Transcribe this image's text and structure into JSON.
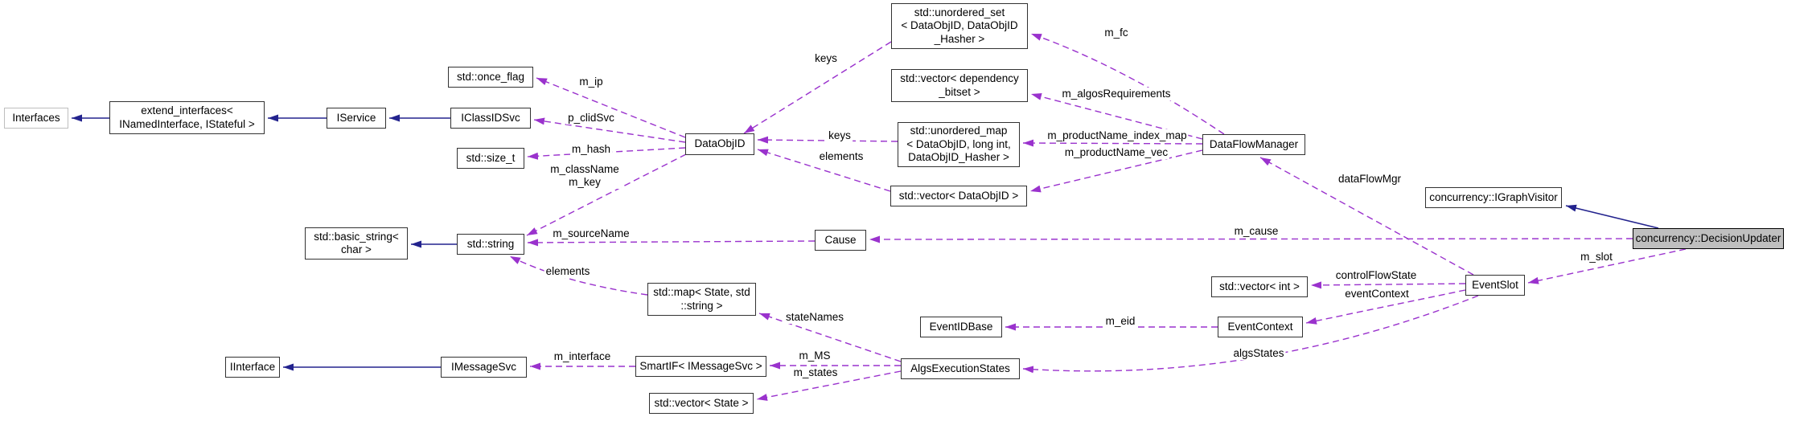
{
  "diagram": {
    "kind": "collaboration-graph",
    "highlight_node": "concurrency::DecisionUpdater"
  },
  "colors": {
    "member_edge": "#9a32cd",
    "inheritance_edge": "#23238e",
    "node_border": "#323232",
    "muted_node_border": "#bebebe",
    "highlight_node_fill": "#bfbfbf",
    "background": "#ffffff"
  },
  "nodes": {
    "interfaces": "Interfaces",
    "extend_interfaces": "extend_interfaces<\nINamedInterface, IStateful >",
    "iservice": "IService",
    "iclassidsvc": "IClassIDSvc",
    "once_flag": "std::once_flag",
    "size_t": "std::size_t",
    "dataobjid": "DataObjID",
    "unordered_set": "std::unordered_set\n< DataObjID, DataObjID\n_Hasher >",
    "vector_dep": "std::vector< dependency\n_bitset >",
    "unordered_map": "std::unordered_map\n< DataObjID, long int,\nDataObjID_Hasher >",
    "vector_dataobjid": "std::vector< DataObjID >",
    "dataflowmanager": "DataFlowManager",
    "igraphvisitor": "concurrency::IGraphVisitor",
    "decisionupdater": "concurrency::DecisionUpdater",
    "cause": "Cause",
    "basic_string": "std::basic_string<\nchar >",
    "string": "std::string",
    "map_state": "std::map< State, std\n::string >",
    "eventidbase": "EventIDBase",
    "eventcontext": "EventContext",
    "vector_int": "std::vector< int >",
    "eventslot": "EventSlot",
    "algsexecutionstates": "AlgsExecutionStates",
    "iinterface": "IInterface",
    "imessagesvc": "IMessageSvc",
    "smartif": "SmartIF< IMessageSvc >",
    "vector_state": "std::vector< State >"
  },
  "edge_labels": {
    "m_ip": "m_ip",
    "p_clidSvc": "p_clidSvc",
    "m_hash": "m_hash",
    "m_className_key": "m_className\nm_key",
    "keys_set": "keys",
    "keys_map": "keys",
    "elements_vec": "elements",
    "elements_map": "elements",
    "m_fc": "m_fc",
    "m_algosRequirements": "m_algosRequirements",
    "m_productName_index_map": "m_productName_index_map",
    "m_productName_vec": "m_productName_vec",
    "dataFlowMgr": "dataFlowMgr",
    "m_cause": "m_cause",
    "m_sourceName": "m_sourceName",
    "m_slot": "m_slot",
    "controlFlowState": "controlFlowState",
    "eventContext": "eventContext",
    "m_eid": "m_eid",
    "algsStates": "algsStates",
    "stateNames": "stateNames",
    "m_MS": "m_MS",
    "m_states": "m_states",
    "m_interface": "m_interface"
  }
}
